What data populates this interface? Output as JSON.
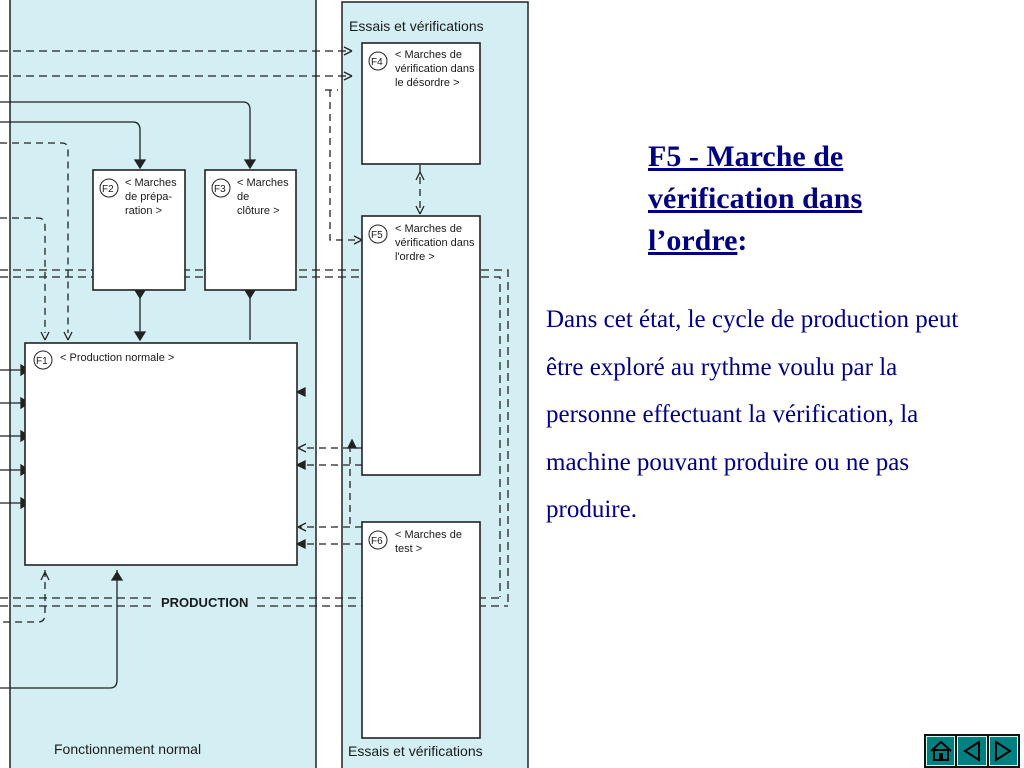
{
  "diagram": {
    "left_panel_label": "Fonctionnement normal",
    "right_panel_title": "Essais et vérifications",
    "right_panel_footer": "Essais et vérifications",
    "production_label": "PRODUCTION",
    "boxes": {
      "f1": {
        "tag": "F1",
        "lines": [
          "< Production normale >"
        ]
      },
      "f2": {
        "tag": "F2",
        "lines": [
          "< Marches",
          "de prépa-",
          "ration >"
        ]
      },
      "f3": {
        "tag": "F3",
        "lines": [
          "< Marches",
          "de",
          "clôture >"
        ]
      },
      "f4": {
        "tag": "F4",
        "lines": [
          "< Marches de",
          "vérification dans",
          "le désordre >"
        ]
      },
      "f5": {
        "tag": "F5",
        "lines": [
          "< Marches de",
          "vérification dans",
          "l'ordre >"
        ]
      },
      "f6": {
        "tag": "F6",
        "lines": [
          "< Marches de",
          "test >"
        ]
      }
    }
  },
  "title": {
    "text_underlined": "F5 - Marche de vérification dans l’ordre",
    "suffix": ":"
  },
  "body": {
    "text": "Dans cet état, le cycle de production peut être exploré au rythme voulu par la personne effectuant la vérification, la machine pouvant produire ou ne pas produire."
  },
  "colors": {
    "panel": "#d3eff4",
    "text": "#000080",
    "nav": "#008080"
  },
  "nav": {
    "icons": [
      "home-icon",
      "previous-icon",
      "next-icon"
    ]
  }
}
